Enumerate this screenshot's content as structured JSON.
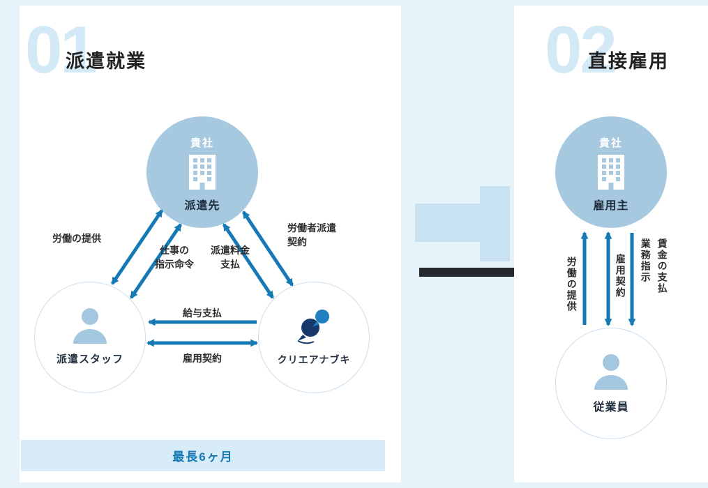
{
  "left_panel": {
    "number": "01",
    "title": "派遣就業",
    "company_node": {
      "tag": "貴社",
      "label": "派遣先"
    },
    "staff_node": {
      "label": "派遣スタッフ"
    },
    "agency_node": {
      "label": "クリエアナブキ"
    },
    "labels": {
      "labor_provision": "労働の提供",
      "work_orders": "仕事の\n指示命令",
      "dispatch_fee": "派遣料金\n支払",
      "dispatch_contract": "労働者派遣\n契約",
      "salary_payment": "給与支払",
      "employment_contract": "雇用契約"
    },
    "banner": "最長6ヶ月"
  },
  "right_panel": {
    "number": "02",
    "title": "直接雇用",
    "company_node": {
      "tag": "貴社",
      "label": "雇用主"
    },
    "employee_node": {
      "label": "従業員"
    },
    "labels": {
      "labor_provision": "労働の提供",
      "employment_contract": "雇用契約",
      "wage_payment": "賃金の支払\n業務指示"
    }
  },
  "colors": {
    "background": "#e7f3fa",
    "panel": "#ffffff",
    "accent_blue": "#1779b3",
    "circle_fill": "#a6c9df",
    "number_blue": "#d3e9f6",
    "banner_bg": "#d7ecf8",
    "mid_arrow": "#c9e2f1",
    "dark_bar": "#24292e",
    "logo_navy": "#16386b",
    "logo_blue": "#1f7fc0"
  }
}
